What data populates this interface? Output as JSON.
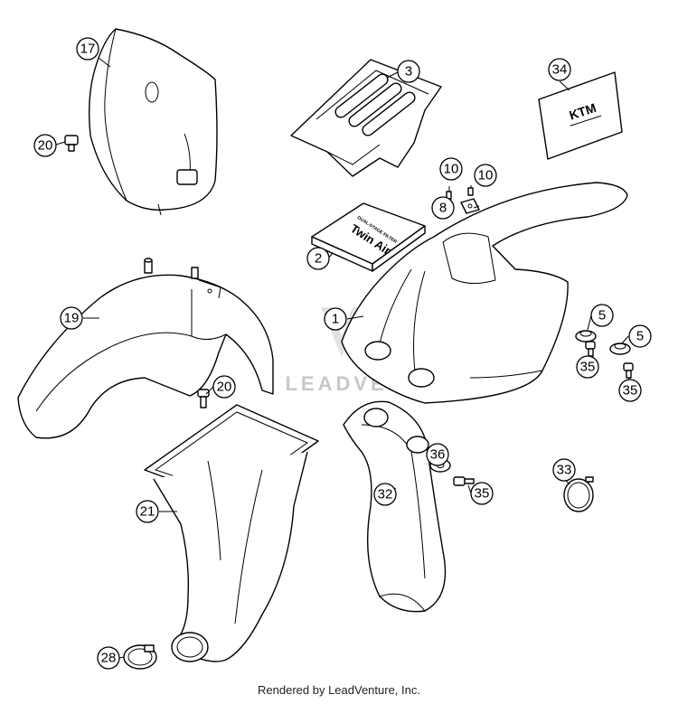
{
  "callouts": {
    "c17": "17",
    "c20a": "20",
    "c3": "3",
    "c34": "34",
    "c10a": "10",
    "c10b": "10",
    "c8": "8",
    "c2": "2",
    "c1": "1",
    "c19": "19",
    "c20b": "20",
    "c5a": "5",
    "c5b": "5",
    "c35a": "35",
    "c35b": "35",
    "c21": "21",
    "c36": "36",
    "c32": "32",
    "c35c": "35",
    "c33": "33",
    "c28": "28"
  },
  "package_label": {
    "brand": "Twin Air",
    "subtitle": "DUAL-STAGE FILTER"
  },
  "logo_text": "KTM",
  "watermark": "LEADVENTURE",
  "footer": "Rendered by LeadVenture, Inc."
}
